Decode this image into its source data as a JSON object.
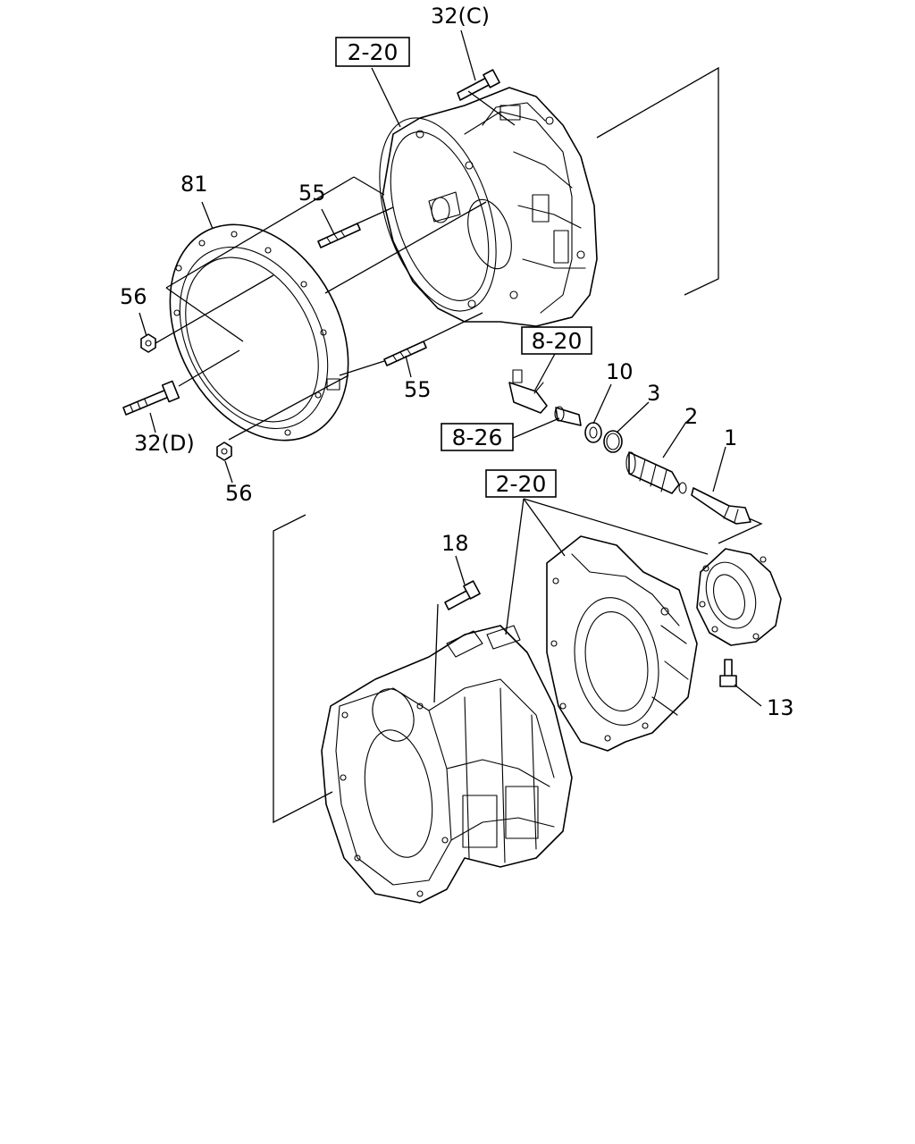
{
  "callouts": {
    "c32c": "32(C)",
    "c81": "81",
    "c55a": "55",
    "c56a": "56",
    "c32d": "32(D)",
    "c56b": "56",
    "c55b": "55",
    "c10": "10",
    "c3": "3",
    "c2": "2",
    "c1": "1",
    "c18": "18",
    "c13": "13"
  },
  "refs": {
    "r220a": "2-20",
    "r820": "8-20",
    "r826": "8-26",
    "r220b": "2-20"
  }
}
